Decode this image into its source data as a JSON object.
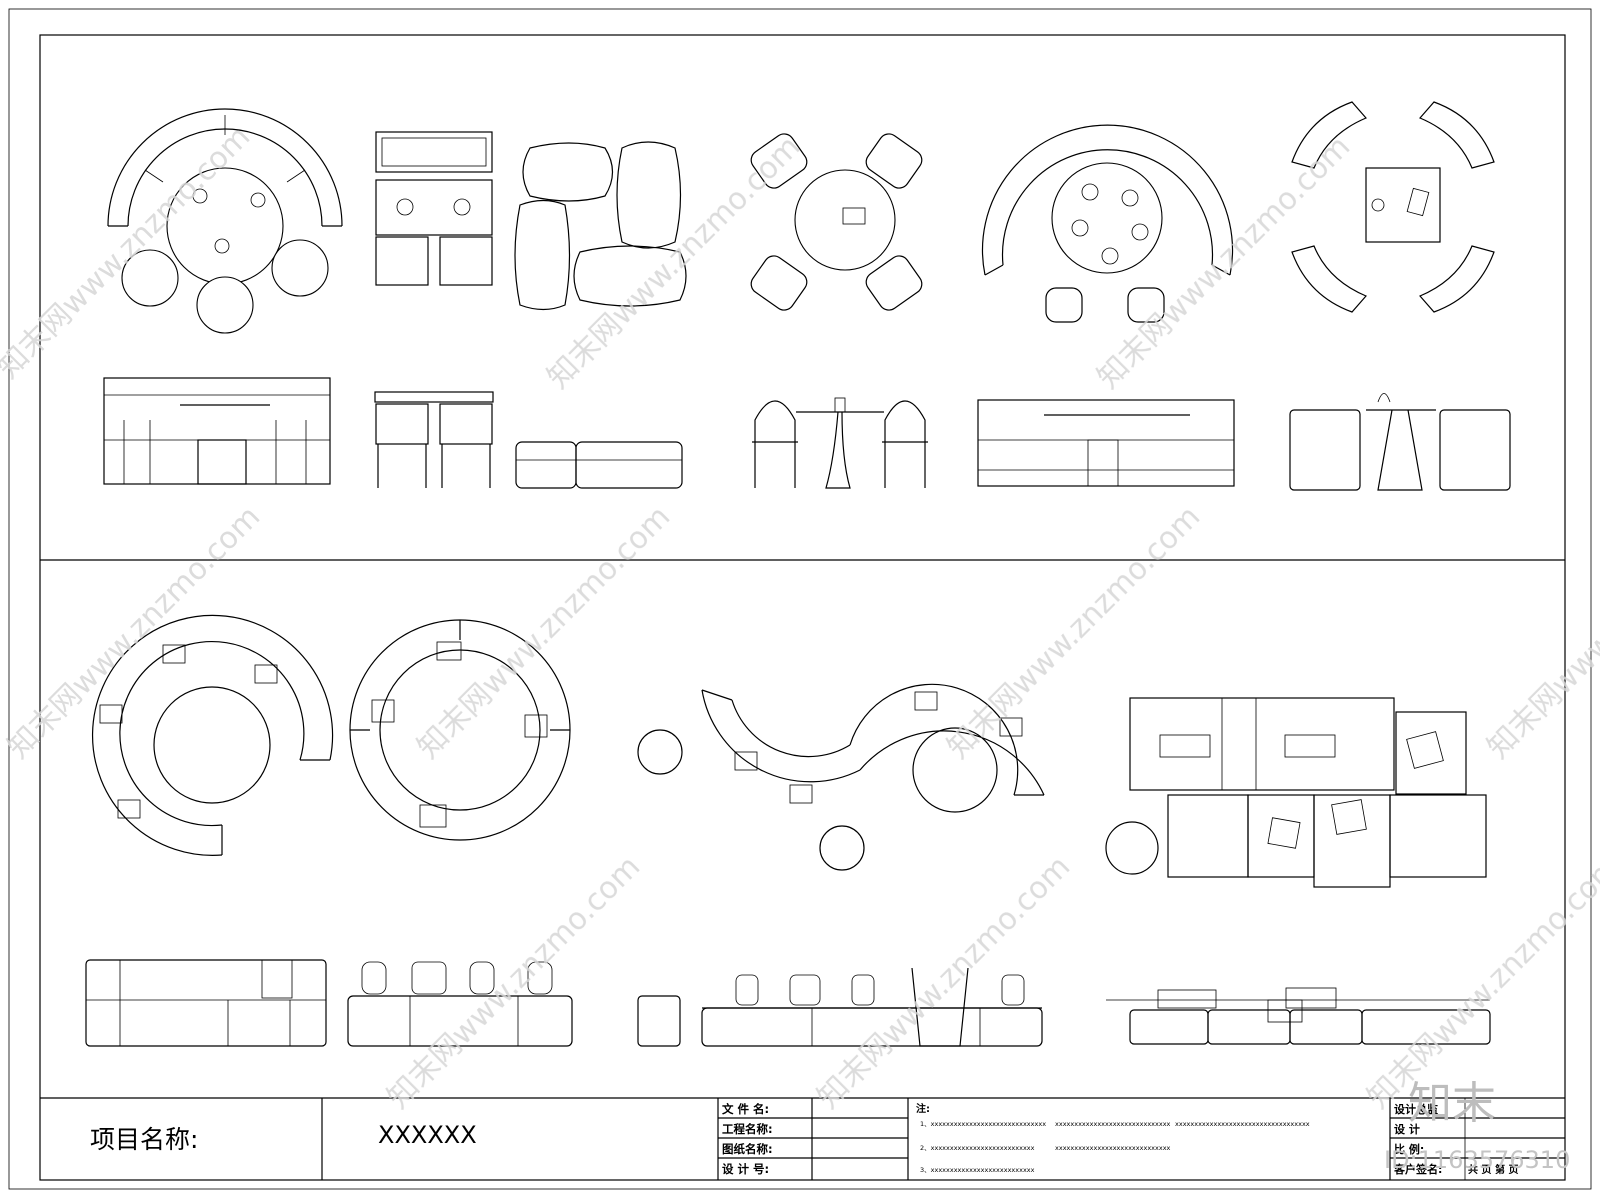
{
  "title_block": {
    "project_label": "项目名称:",
    "project_value": "XXXXXX",
    "fields": [
      "文 件 名:",
      "工程名称:",
      "图纸名称:",
      "设 计 号:"
    ],
    "notes_label": "注:",
    "note_1a": "1、xxxxxxxxxxxxxxxxxxxxxxxxxxxxxx",
    "note_1b": "xxxxxxxxxxxxxxxxxxxxxxxxxxxxxx",
    "note_1c": "xxxxxxxxxxxxxxxxxxxxxxxxxxxxxxxxxxx",
    "note_2a": "2、xxxxxxxxxxxxxxxxxxxxxxxxxxx",
    "note_2b": "xxxxxxxxxxxxxxxxxxxxxxxxxxxxxx",
    "note_3": "3、xxxxxxxxxxxxxxxxxxxxxxxxxxx",
    "right_fields": [
      "设计总监",
      "设 计",
      "比 例:",
      "客户签名:",
      "共 页 第 页"
    ]
  },
  "watermark": {
    "text": "知末网www.znzmo.com",
    "logo": "知末",
    "id_text": "ID:1163576310"
  }
}
